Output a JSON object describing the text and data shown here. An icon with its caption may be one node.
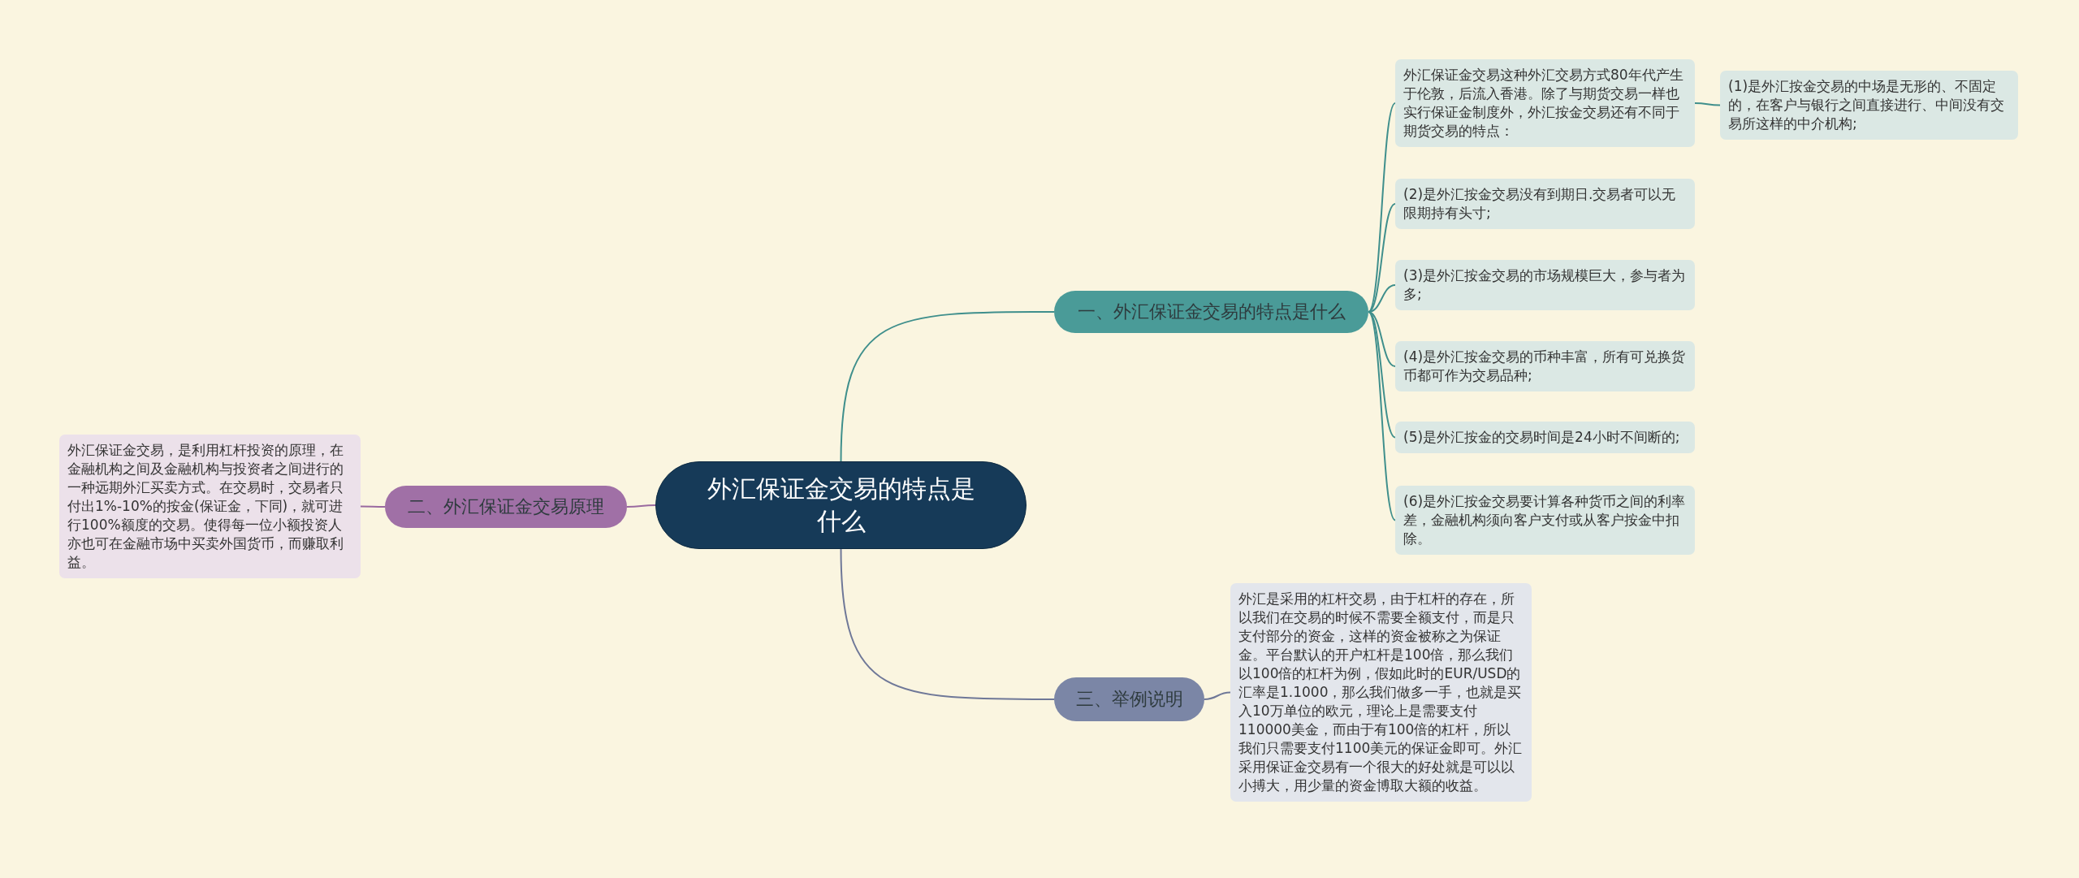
{
  "diagram": {
    "nodes": [
      {
        "text": [
          "外汇保证金交易的特点是什么"
        ]
      },
      {
        "text": [
          "一、外汇保证金交易的特点是什么"
        ]
      },
      {
        "text": [
          "外汇保证金交易这种外汇交易方式80年代产生于伦敦，后流入香港。除了与期货交易一样也实行保证金制度外，外汇按金交易还有不同于期货交易的特点："
        ]
      },
      {
        "text": [
          "(1)是外汇按金交易的中场是无形的、不固定的，在客户与银行之间直接进行、中间没有交易所这样的中介机构;"
        ]
      },
      {
        "text": [
          "(2)是外汇按金交易没有到期日.交易者可以无限期持有头寸;"
        ]
      },
      {
        "text": [
          "(3)是外汇按金交易的市场规模巨大，参与者为多;"
        ]
      },
      {
        "text": [
          "(4)是外汇按金交易的币种丰富，所有可兑换货币都可作为交易品种;"
        ]
      },
      {
        "text": [
          "(5)是外汇按金的交易时间是24小时不间断的;"
        ]
      },
      {
        "text": [
          "(6)是外汇按金交易要计算各种货币之间的利率差，金融机构须向客户支付或从客户按金中扣除。"
        ]
      },
      {
        "text": [
          "二、外汇保证金交易原理"
        ]
      },
      {
        "text": [
          "外汇保证金交易，是利用杠杆投资的原理，在金融机构之间及金融机构与投资者之间进行的一种远期外汇买卖方式。在交易时，交易者只付出1%-10%的按金(保证金，下同)，就可进行100%额度的交易。使得每一位小额投资人亦也可在金融市场中买卖外国货币，而赚取利益。"
        ]
      },
      {
        "text": [
          "三、举例说明"
        ]
      },
      {
        "text": [
          "外汇是采用的杠杆交易，由于杠杆的存在，所以我们在交易的时候不需要全额支付，而是只支付部分的资金，这样的资金被称之为保证金。平台默认的开户杠杆是100倍，那么我们以100倍的杠杆为例，假如此时的EUR/USD的汇率是1.1000，那么我们做多一手，也就是买入10万单位的欧元，理论上是需要支付110000美金，而由于有100倍的杠杆，所以我们只需要支付1100美元的保证金即可。外汇采用保证金交易有一个很大的好处就是可以以小搏大，用少量的资金博取大额的收益。"
        ]
      }
    ],
    "edges": [
      {
        "from": 0,
        "to": 1,
        "arrow": "none",
        "color": "#3f8f8c"
      },
      {
        "from": 1,
        "to": 2,
        "arrow": "none",
        "color": "#3f8f8c"
      },
      {
        "from": 2,
        "to": 3,
        "arrow": "none",
        "color": "#3f8f8c"
      },
      {
        "from": 1,
        "to": 4,
        "arrow": "none",
        "color": "#3f8f8c"
      },
      {
        "from": 1,
        "to": 5,
        "arrow": "none",
        "color": "#3f8f8c"
      },
      {
        "from": 1,
        "to": 6,
        "arrow": "none",
        "color": "#3f8f8c"
      },
      {
        "from": 1,
        "to": 7,
        "arrow": "none",
        "color": "#3f8f8c"
      },
      {
        "from": 1,
        "to": 8,
        "arrow": "none",
        "color": "#3f8f8c"
      },
      {
        "from": 0,
        "to": 9,
        "arrow": "none",
        "color": "#9a6aa0"
      },
      {
        "from": 9,
        "to": 10,
        "arrow": "none",
        "color": "#9a6aa0"
      },
      {
        "from": 0,
        "to": 11,
        "arrow": "none",
        "color": "#6f7898"
      },
      {
        "from": 11,
        "to": 12,
        "arrow": "none",
        "color": "#6f7898"
      }
    ]
  }
}
